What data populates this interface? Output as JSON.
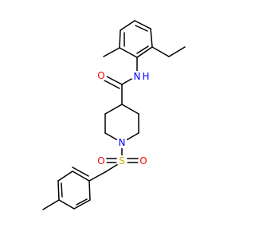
{
  "atoms": [
    {
      "name": "atom-oxygen-carbonyl",
      "label": "O",
      "color": "#ff0000"
    },
    {
      "name": "atom-nitrogen-amide",
      "label": "N",
      "color": "#0000ff"
    },
    {
      "name": "atom-hydrogen-amide",
      "label": "H",
      "color": "#0000ff"
    },
    {
      "name": "atom-nitrogen-piperidine",
      "label": "N",
      "color": "#0000ff"
    },
    {
      "name": "atom-sulfur",
      "label": "S",
      "color": "#ccb000"
    },
    {
      "name": "atom-oxygen-sulfonyl-left",
      "label": "O",
      "color": "#ff0000"
    },
    {
      "name": "atom-oxygen-sulfonyl-right",
      "label": "O",
      "color": "#ff0000"
    }
  ]
}
